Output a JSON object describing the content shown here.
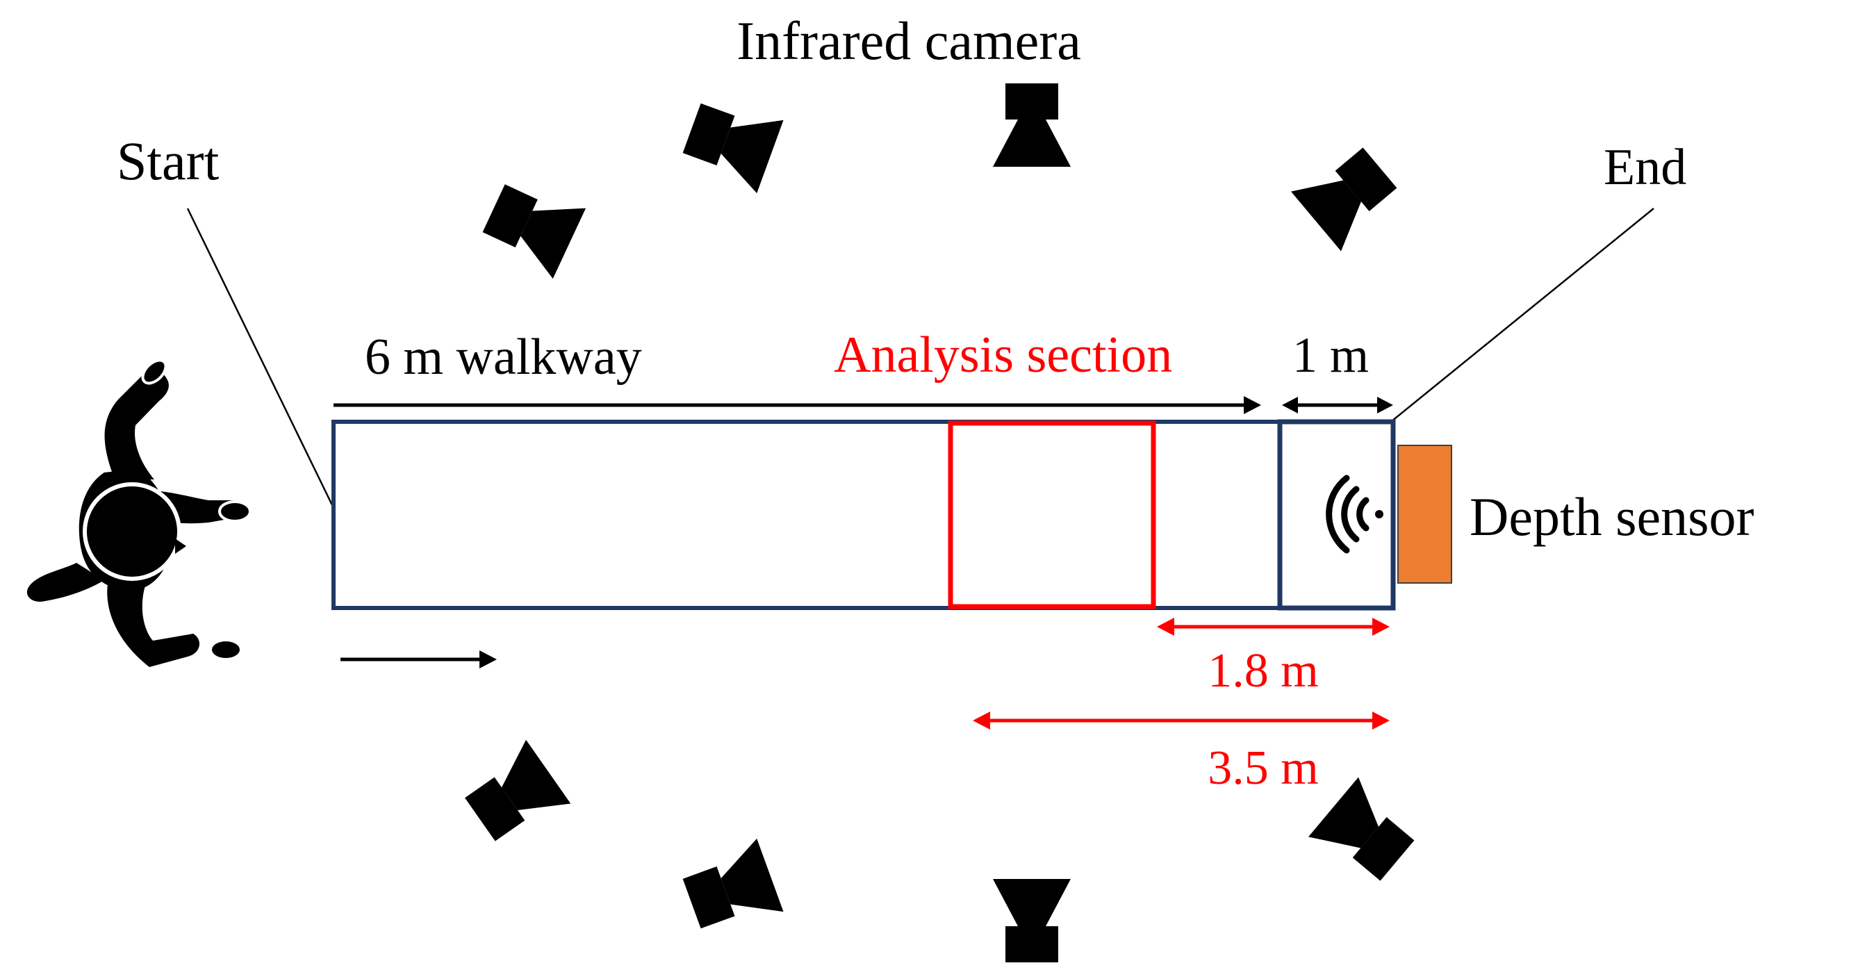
{
  "labels": {
    "infrared_camera": "Infrared camera",
    "start": "Start",
    "end": "End",
    "walkway": "6 m walkway",
    "analysis_section": "Analysis section",
    "one_m": "1 m",
    "depth_sensor": "Depth sensor",
    "dist_1_8": "1.8 m",
    "dist_3_5": "3.5 m"
  },
  "colors": {
    "walkway_border": "#203864",
    "analysis_red": "#ff0000",
    "sensor_orange": "#ed7d31",
    "camera_black": "#000000",
    "text_black": "#000000"
  },
  "icons": {
    "camera": "infrared-camera-icon",
    "person": "person-topview-icon",
    "sensor_waves": "wireless-signal-icon"
  }
}
